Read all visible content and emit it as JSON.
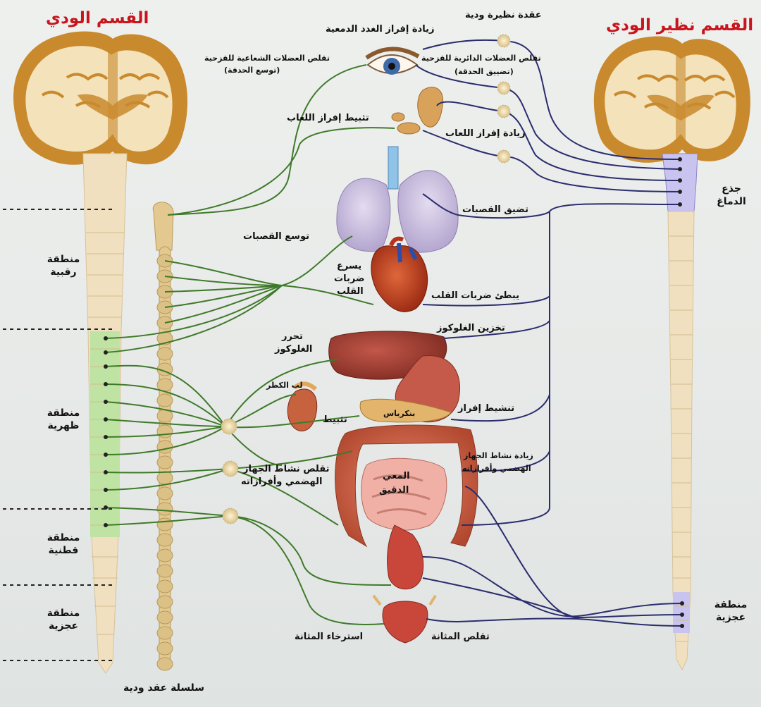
{
  "titles": {
    "sympathetic": "القسم الودي",
    "parasympathetic": "القسم نظير الودي"
  },
  "regions_left": {
    "cervical": "منطقة رقبية",
    "thoracic": "منطقة ظهرية",
    "lumbar": "منطقة قطنية",
    "sacral": "منطقة عجزية"
  },
  "regions_right": {
    "brainstem": "جذع الدماغ",
    "sacral": "منطقة عجزية"
  },
  "chain": "سلسلة عقد ودية",
  "labels": {
    "ciliary_ganglion": "عقدة نظيرة ودية",
    "tear_increase": "زيادة إفراز الغدد الدمعية",
    "radial_muscles": "تقلص العضلات الشعاعية للقزحية",
    "pupil_dilation": "(توسع الحدقة)",
    "circular_muscles": "تقلص العضلات الدائرية للقزحية",
    "pupil_constriction": "(تضييق الحدقة)",
    "saliva_inhibit": "تثبيط إفراز اللعاب",
    "saliva_increase": "زيادة إفراز اللعاب",
    "bronchi_constrict": "تضيق القصبات",
    "bronchi_dilate": "توسع القصبات",
    "heart_fast_1": "يسرع",
    "heart_fast_2": "ضربات",
    "heart_fast_3": "القلب",
    "heart_slow": "يبطئ ضربات القلب",
    "glycogen_store": "تخزين الغلوكوز",
    "glucose_release_1": "تحرر",
    "glucose_release_2": "الغلوكوز",
    "adrenal": "لب الكظر",
    "pancreas": "بنكرياس",
    "inhibit": "تثبيط",
    "pancreas_activate": "تنشيط إفراز",
    "digestion_increase_1": "زيادة نشاط الجهاز",
    "digestion_increase_2": "الهضمي وأفرازاته",
    "digestion_decrease_1": "تقلص نشاط الجهاز",
    "digestion_decrease_2": "الهضمي وأفرازاته",
    "small_intestine_1": "المعي",
    "small_intestine_2": "الدقيق",
    "bladder_relax": "استرخاء المثانة",
    "bladder_contract": "تقلص المثانة"
  },
  "colors": {
    "sympathetic_nerve": "#3f7a2a",
    "parasympathetic_nerve": "#2b2d6e",
    "title_red": "#c8141c",
    "brain_gray": "#c98a2e",
    "spinal_cord": "#f1e0bf",
    "thoracic_highlight": "#bfe3a3",
    "brainstem_purple": "#c9c3ef"
  }
}
